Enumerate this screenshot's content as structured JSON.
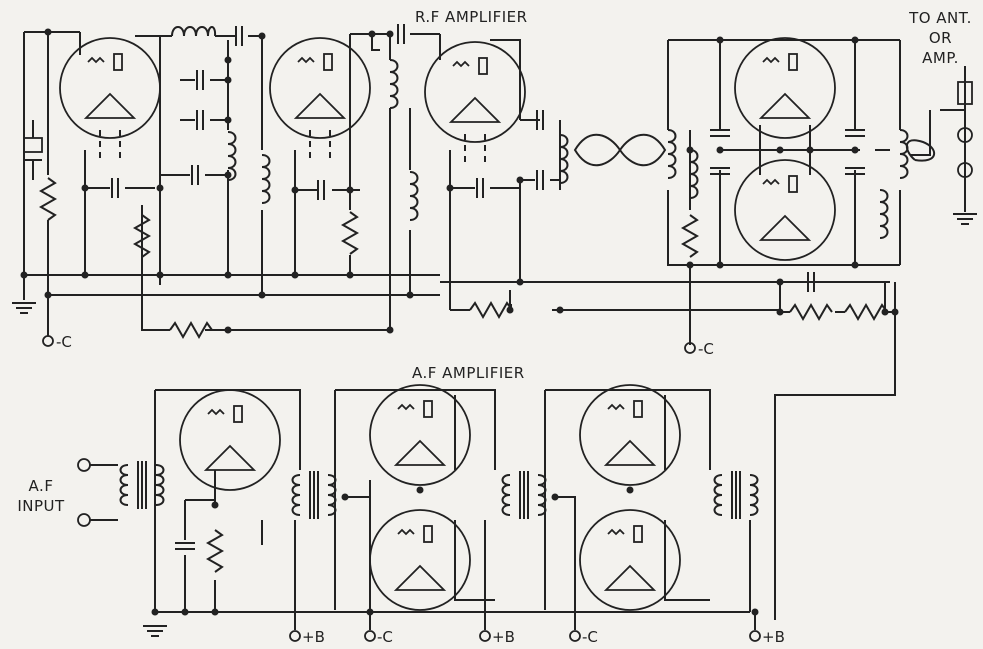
{
  "labels": {
    "rf_amplifier": "R.F AMPLIFIER",
    "af_amplifier": "A.F AMPLIFIER",
    "to_ant_line1": "TO ANT.",
    "to_ant_line2": "OR",
    "to_ant_line3": "AMP.",
    "af_input_line1": "A.F",
    "af_input_line2": "INPUT"
  },
  "terminals": {
    "neg_c": "-C",
    "pos_b": "+B"
  },
  "colors": {
    "ink": "#222222",
    "paper": "#f3f2ee"
  }
}
